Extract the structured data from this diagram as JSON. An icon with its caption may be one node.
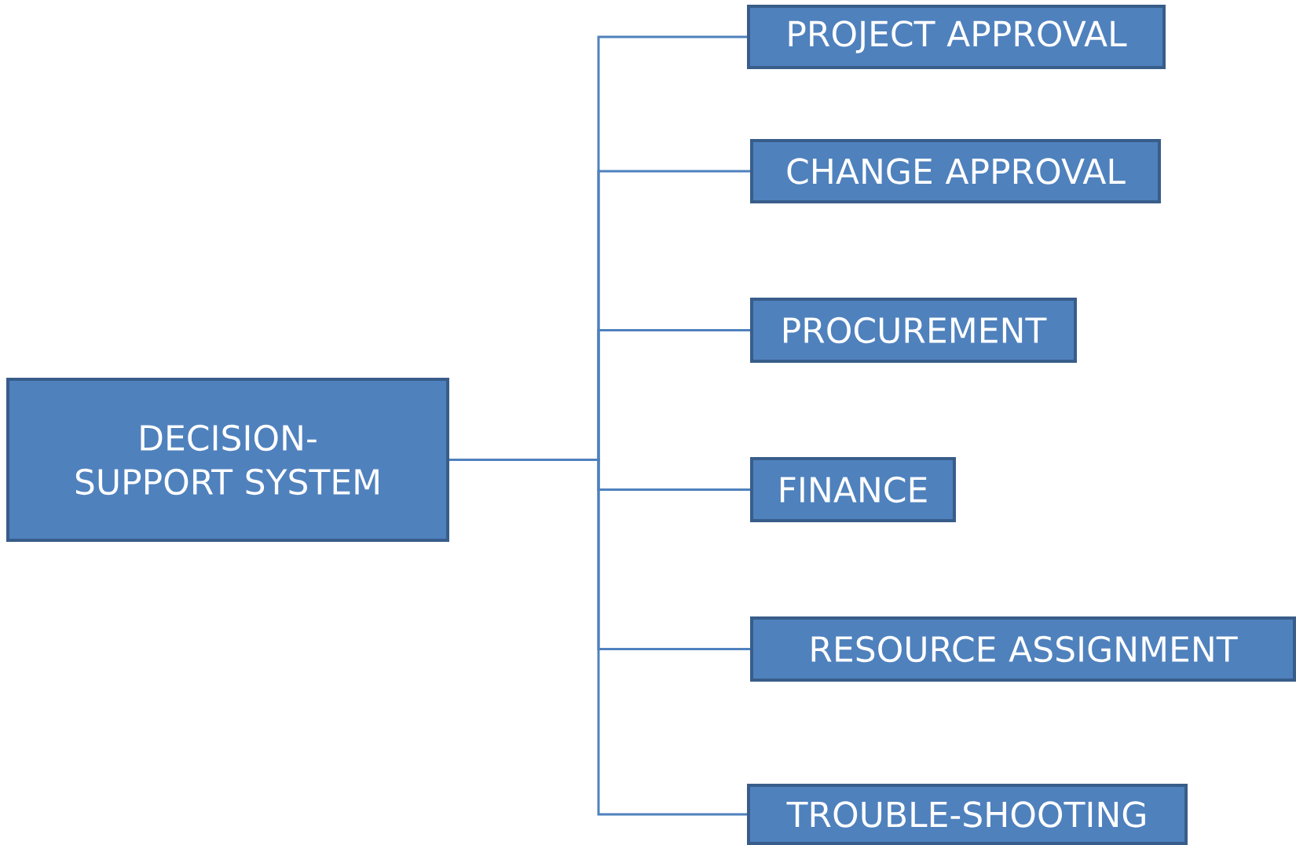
{
  "diagram": {
    "nodes": [
      {
        "text": [
          "DECISION-SUPPORT SYSTEM"
        ]
      },
      {
        "text": [
          "PROJECT APPROVAL"
        ]
      },
      {
        "text": [
          "CHANGE APPROVAL"
        ]
      },
      {
        "text": [
          "PROCUREMENT"
        ]
      },
      {
        "text": [
          "FINANCE"
        ]
      },
      {
        "text": [
          "RESOURCE ASSIGNMENT"
        ]
      },
      {
        "text": [
          "TROUBLE-SHOOTING"
        ]
      }
    ],
    "edges": [
      {
        "from": 0,
        "to": 1,
        "arrow": "none"
      },
      {
        "from": 0,
        "to": 2,
        "arrow": "none"
      },
      {
        "from": 0,
        "to": 3,
        "arrow": "none"
      },
      {
        "from": 0,
        "to": 4,
        "arrow": "none"
      },
      {
        "from": 0,
        "to": 5,
        "arrow": "none"
      },
      {
        "from": 0,
        "to": 6,
        "arrow": "none"
      }
    ]
  }
}
